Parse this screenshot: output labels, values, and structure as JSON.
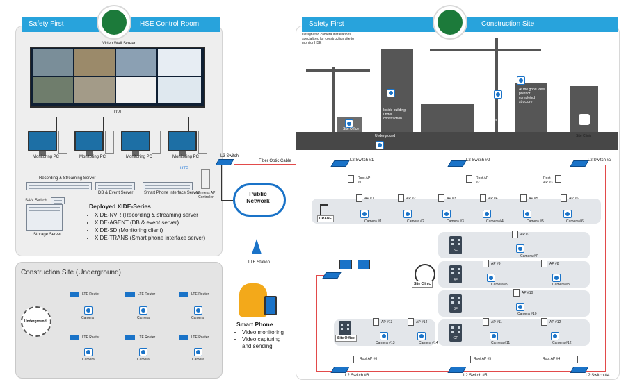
{
  "control_room": {
    "bar_left": "Safety First",
    "bar_right": "HSE Control Room",
    "video_wall_label": "Video Wall Screen",
    "dvi_label": "DVI",
    "monitoring_pc_label": "Monitoring PC",
    "utp_label": "UTP",
    "servers": {
      "rec": "Recording & Streaming Server",
      "db": "DB & Event Server",
      "phone": "Smart Phone Interface Server",
      "wireless": "Wireless AP Controller",
      "san": "SAN Switch",
      "storage": "Storage Server"
    },
    "xide": {
      "title": "Deployed XIDE-Series",
      "items": [
        "XIDE-NVR (Recording & streaming server",
        "XIDE-AGENT (DB & event server)",
        "XIDE-SD (Monitoring client)",
        "XIDE-TRANS (Smart phone interface server)"
      ]
    }
  },
  "underground_panel": {
    "title": "Construction Site (Underground)",
    "badge": "Underground",
    "router_label": "LTE Router",
    "camera_label": "Camera"
  },
  "middle": {
    "l3_switch": "L3 Switch",
    "fiber": "Fiber Optic Cable",
    "network": "Public Network",
    "lte": "LTE Station",
    "phone_title": "Smart Phone",
    "phone_items": [
      "Video monitoring",
      "Video capturing and sending"
    ]
  },
  "site": {
    "bar_left": "Safety First",
    "bar_right": "Construction Site",
    "note": "Designated camera installations specialized for construction site to monitor HSE",
    "labels": {
      "site_office": "Site Office",
      "inside": "Inside building under construction",
      "underground": "Underground",
      "tower_crane": "On the tower crane",
      "good_view": "At the good view point of completed structure",
      "site_clinic": "Site Clinic"
    },
    "top_switches": [
      "L2 Switch #1",
      "L2 Switch #2",
      "L2 Switch #3"
    ],
    "bottom_switches": [
      "L2 Switch #6",
      "L2 Switch #5",
      "L2 Switch #4"
    ],
    "root_aps": [
      "Root AP #1",
      "Root AP #2",
      "Root AP #3"
    ],
    "bottom_root_aps": [
      "Root AP #6",
      "Root AP #5",
      "Root AP #4"
    ],
    "crane": "CRANE",
    "row1_aps": [
      "AP #1",
      "AP #2",
      "AP #3",
      "AP #4",
      "AP #5",
      "AP #6"
    ],
    "row1_cams": [
      "Camera #1",
      "Camera #2",
      "Camera #3",
      "Camera #4",
      "Camera #5",
      "Camera #6"
    ],
    "floors": [
      "5F",
      "4F",
      "3F",
      "GF"
    ],
    "ap7": "AP #7",
    "cam7": "Camera #7",
    "ap8": "AP #8",
    "cam8": "Camera #8",
    "ap9": "AP #9",
    "cam9": "Camera #9",
    "ap10": "AP #10",
    "cam10": "Camera #10",
    "ap11": "AP #11",
    "cam11": "Camera #11",
    "ap12": "AP #12",
    "cam12": "Camera #12",
    "ap13": "AP #13",
    "cam13": "Camera #13",
    "ap14": "AP #14",
    "cam14": "Camera #14",
    "clinic": "Site Clinic",
    "office": "Site Office"
  }
}
